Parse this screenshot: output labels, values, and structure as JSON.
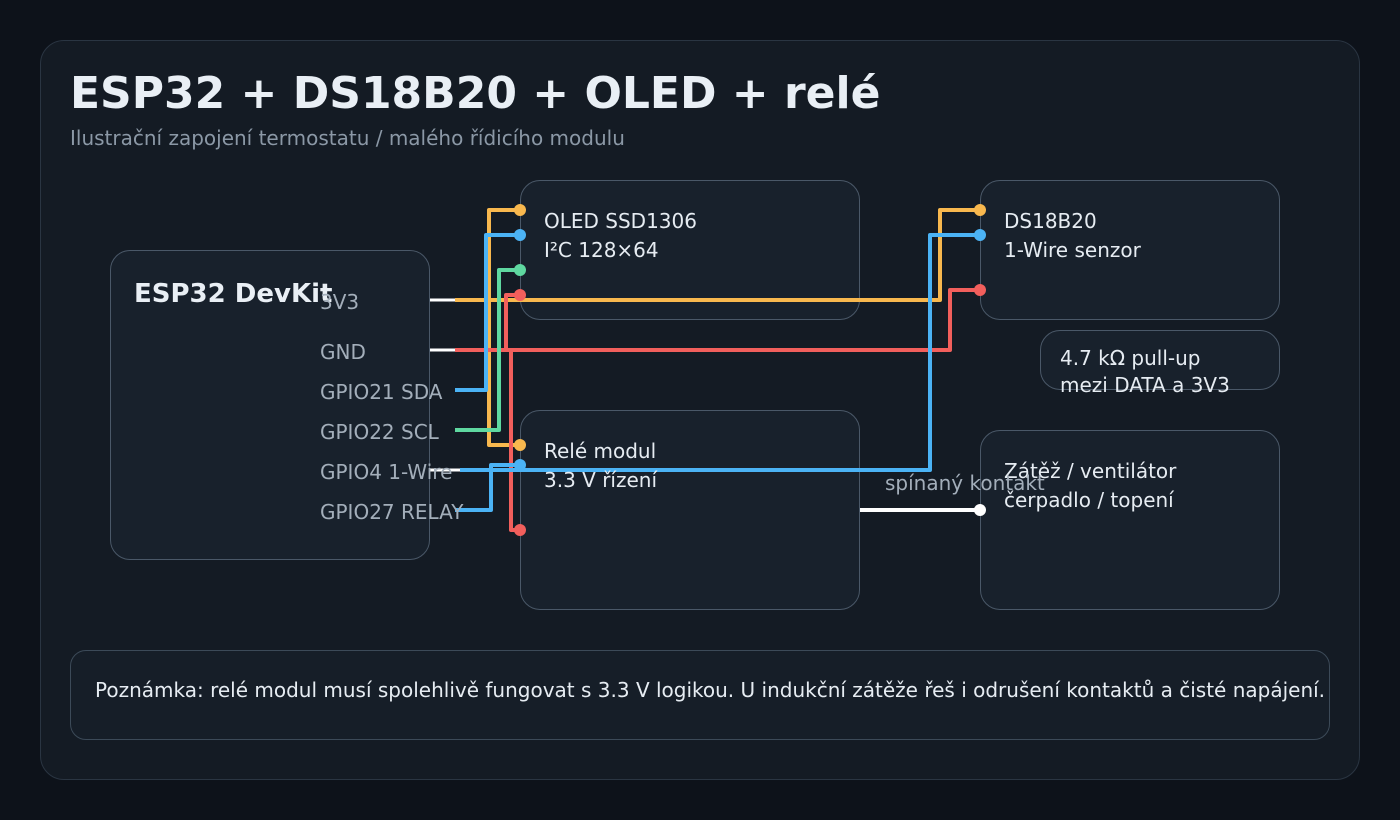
{
  "header": {
    "title": "ESP32 + DS18B20 + OLED + relé",
    "subtitle": "Ilustrační zapojení termostatu / malého řídicího modulu"
  },
  "esp32": {
    "title": "ESP32 DevKit",
    "pins": [
      "3V3",
      "GND",
      "GPIO21 SDA",
      "GPIO22 SCL",
      "GPIO4 1-Wire",
      "GPIO27 RELAY"
    ]
  },
  "oled": {
    "line1": "OLED SSD1306",
    "line2": "I²C 128×64"
  },
  "ds18b20": {
    "line1": "DS18B20",
    "line2": "1-Wire senzor"
  },
  "pullup": {
    "line1": "4.7 kΩ pull-up",
    "line2": "mezi DATA a 3V3"
  },
  "relay": {
    "line1": "Relé modul",
    "line2": "3.3 V řízení"
  },
  "load": {
    "line1": "Zátěž / ventilátor",
    "line2": "čerpadlo / topení"
  },
  "contact_label": "spínaný kontakt",
  "note": "Poznámka: relé modul musí spolehlivě fungovat s 3.3 V logikou. U indukční zátěže řeš i odrušení kontaktů a čisté napájení.",
  "colors": {
    "power": "#f8b84e",
    "ground": "#f25f5c",
    "data": "#4bb3f5",
    "clock": "#5fd8a0",
    "contact": "#ffffff"
  }
}
